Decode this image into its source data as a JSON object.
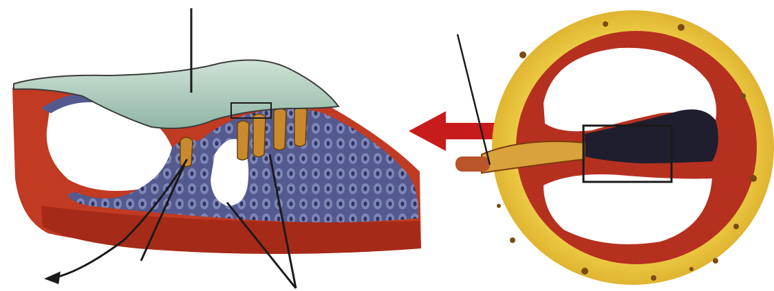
{
  "figure": {
    "panels": [
      {
        "id": "organ-of-corti-detail"
      },
      {
        "id": "cochlea-cross-section"
      }
    ],
    "leader_lines": 5,
    "has_zoom_box": true,
    "has_direction_arrow": true,
    "arrow_direction": "right-to-left",
    "colors": {
      "arrow": "#c81c1c",
      "tectorial_membrane": "#a9c9b8",
      "cells": "#5a5f95",
      "basilar_tissue": "#c13a22",
      "bone": "#e6c43a",
      "hair_cells": "#c98a2e",
      "leader_line": "#1a1a1a"
    }
  }
}
